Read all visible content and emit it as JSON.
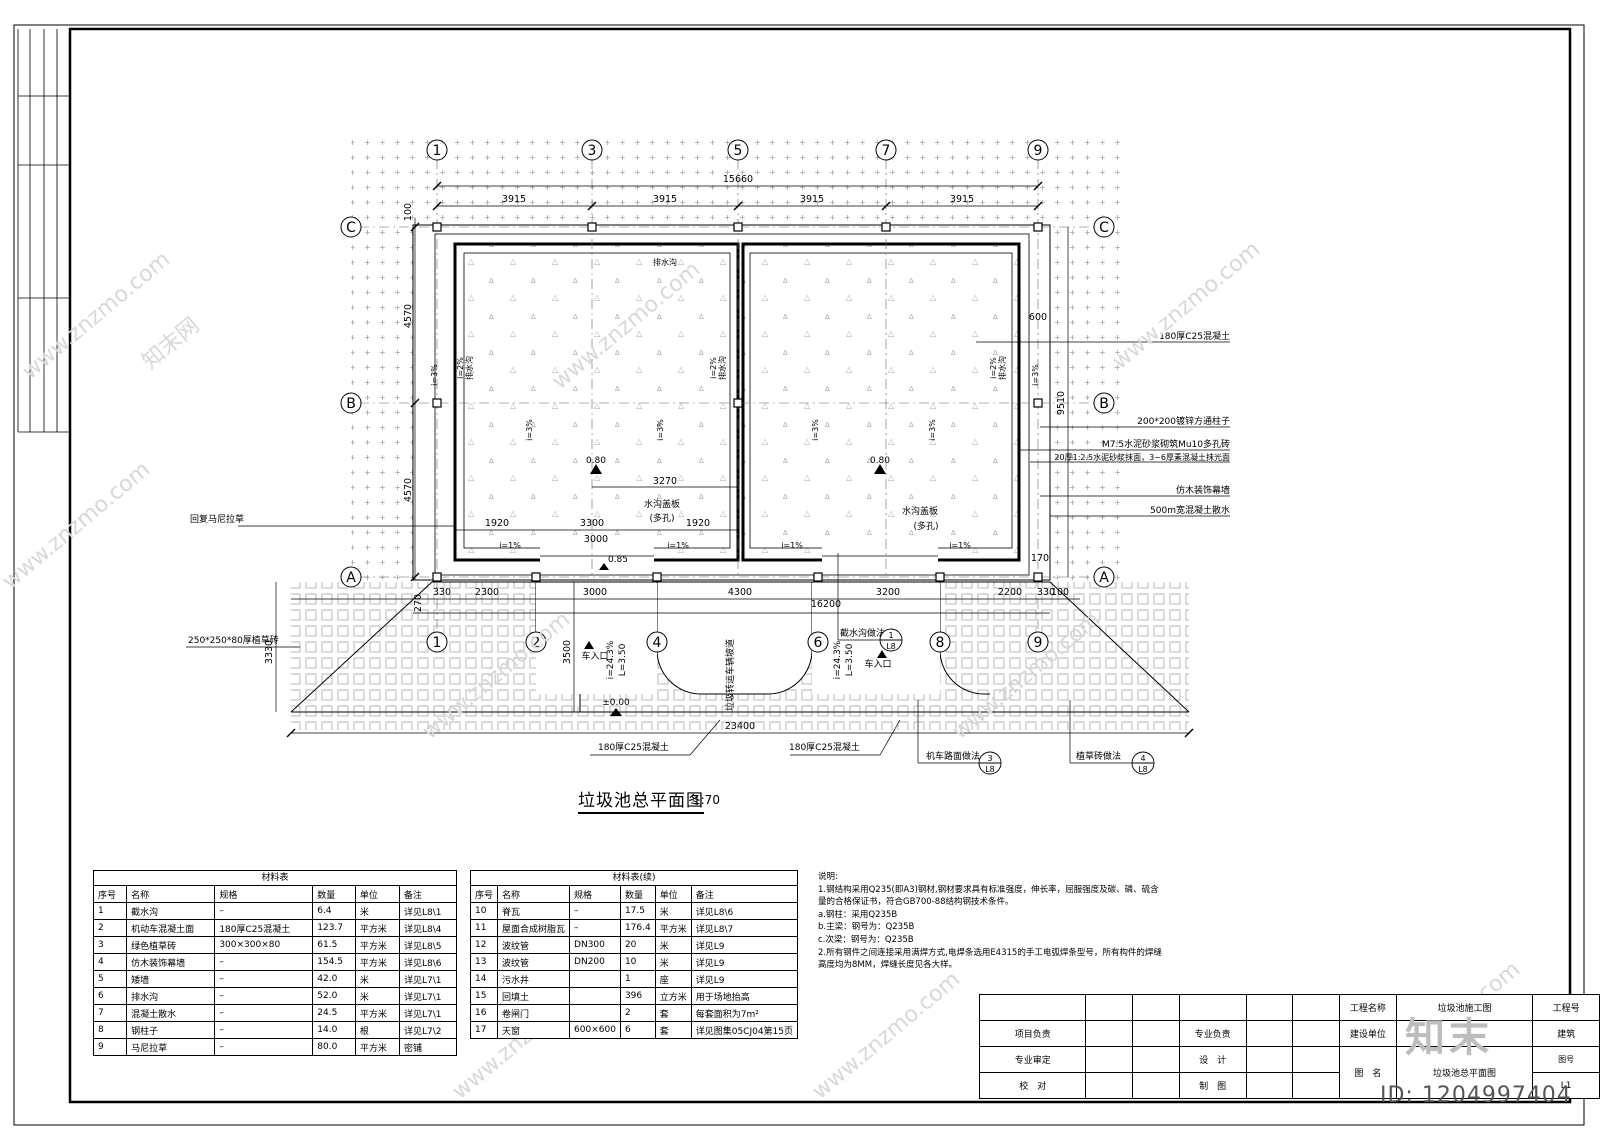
{
  "drawing": {
    "plan_title": "垃圾池总平面图",
    "plan_scale": "1:70",
    "axes_top": [
      "1",
      "3",
      "5",
      "7",
      "9"
    ],
    "axes_bottom": [
      "1",
      "2",
      "4",
      "6",
      "8",
      "9"
    ],
    "axes_rows": [
      "C",
      "B",
      "A"
    ],
    "dims": {
      "overall_top": "15660",
      "bay": "3915",
      "left_upper": "4570",
      "left_lower": "4570",
      "left_top_small": "100",
      "right_overall": "9510",
      "right_600": "600",
      "right_170": "170",
      "bottom_row": [
        "270",
        "330",
        "2300",
        "3000",
        "4300",
        "3200",
        "2200",
        "330",
        "100"
      ],
      "bottom_16200": "16200",
      "bottom_23400": "23400",
      "left_3330": "3330",
      "mid_3500": "3500",
      "d3270": "3270",
      "d3300": "3300",
      "d3000": "3000",
      "d1920": "1920"
    },
    "labels": {
      "drain": "排水沟",
      "drain_v": "排水沟",
      "slope_1_2": "i=1%",
      "slope_2": "i=2%",
      "slope_3": "i=3%",
      "elev_080": "0.80",
      "elev_085": "0.85",
      "elev_000": "±0.00",
      "cover_plate": "水沟盖板",
      "porous": "(多孔)",
      "car_entry": "车入口",
      "slope_243": "i=24.3%",
      "slope_l350": "L=3.50",
      "ramp_note": "垃圾转运车辆坡道",
      "restore_grass": "回复马尼拉草",
      "grass_brick": "250*250*80厚植草砖",
      "conc_bottom_left": "180厚C25混凝土",
      "conc_bottom_mid": "180厚C25混凝土",
      "callout_right": [
        "180厚C25混凝土",
        "200*200镀锌方通柱子",
        "M7.5水泥砂浆砌筑Mu10多孔砖",
        "20厚1:2.5水泥砂浆抹面，3~6厚素混凝土抹光面",
        "仿木装饰幕墙",
        "500m宽混凝土散水"
      ],
      "detail_intercept": "截水沟做法",
      "detail_road": "机车路面做法",
      "detail_grass": "植草砖做法",
      "ref_1": "1",
      "ref_3": "3",
      "ref_4": "4",
      "ref_sheet": "L8"
    }
  },
  "materials_1": {
    "title": "材料表",
    "headers": [
      "序号",
      "名称",
      "规格",
      "数量",
      "单位",
      "备注"
    ],
    "rows": [
      [
        "1",
        "截水沟",
        "–",
        "6.4",
        "米",
        "详见L8\\1"
      ],
      [
        "2",
        "机动车混凝土面",
        "180厚C25混凝土",
        "123.7",
        "平方米",
        "详见L8\\4"
      ],
      [
        "3",
        "绿色植草砖",
        "300×300×80",
        "61.5",
        "平方米",
        "详见L8\\5"
      ],
      [
        "4",
        "仿木装饰幕墙",
        "–",
        "154.5",
        "平方米",
        "详见L8\\6"
      ],
      [
        "5",
        "矮墙",
        "–",
        "42.0",
        "米",
        "详见L7\\1"
      ],
      [
        "6",
        "排水沟",
        "–",
        "52.0",
        "米",
        "详见L7\\1"
      ],
      [
        "7",
        "混凝土散水",
        "–",
        "24.5",
        "平方米",
        "详见L7\\1"
      ],
      [
        "8",
        "钢柱子",
        "–",
        "14.0",
        "根",
        "详见L7\\2"
      ],
      [
        "9",
        "马尼拉草",
        "–",
        "80.0",
        "平方米",
        "密铺"
      ]
    ]
  },
  "materials_2": {
    "title": "材料表(续)",
    "headers": [
      "序号",
      "名称",
      "规格",
      "数量",
      "单位",
      "备注"
    ],
    "rows": [
      [
        "10",
        "脊瓦",
        "–",
        "17.5",
        "米",
        "详见L8\\6"
      ],
      [
        "11",
        "屋面合成树脂瓦",
        "–",
        "176.4",
        "平方米",
        "详见L8\\7"
      ],
      [
        "12",
        "波纹管",
        "DN300",
        "20",
        "米",
        "详见L9"
      ],
      [
        "13",
        "波纹管",
        "DN200",
        "10",
        "米",
        "详见L9"
      ],
      [
        "14",
        "污水井",
        "",
        "1",
        "座",
        "详见L9"
      ],
      [
        "15",
        "回填土",
        "",
        "396",
        "立方米",
        "用于场地抬高"
      ],
      [
        "16",
        "卷闸门",
        "",
        "2",
        "套",
        "每套面积为7m²"
      ],
      [
        "17",
        "天窗",
        "600×600",
        "6",
        "套",
        "详见图集05CJ04第15页"
      ]
    ]
  },
  "notes": {
    "title": "说明:",
    "lines": [
      "1.钢结构采用Q235(即A3)钢材,钢材要求具有标准强度，伸长率，屈服强度及碳、磷、硫含",
      "量的合格保证书，符合GB700-88结构钢技术条件。",
      "a.钢柱：采用Q235B",
      "b.主梁：钢号为：Q235B",
      "c.次梁：钢号为：Q235B",
      "2.所有钢件之间连接采用满焊方式,电焊条选用E4315的手工电弧焊条型号，所有构件的焊缝",
      "高度均为8MM，焊缝长度见各大样。"
    ]
  },
  "title_block": {
    "project_name_label": "工程名称",
    "project_name": "垃圾池施工图",
    "project_no_label": "工程号",
    "client_label": "建设单位",
    "discipline": "建筑",
    "drawing_name_label": "图　名",
    "drawing_name": "垃圾池总平面图",
    "drawing_no_label": "图号",
    "drawing_no": "L1",
    "roles": [
      "项目负责",
      "专业审定",
      "校　对"
    ],
    "roles2": [
      "专业负责",
      "设　计",
      "制　图"
    ]
  },
  "watermark": {
    "text": "www.znzmo.com",
    "brand": "知末网",
    "logo": "知末",
    "id": "ID: 1204997404"
  }
}
